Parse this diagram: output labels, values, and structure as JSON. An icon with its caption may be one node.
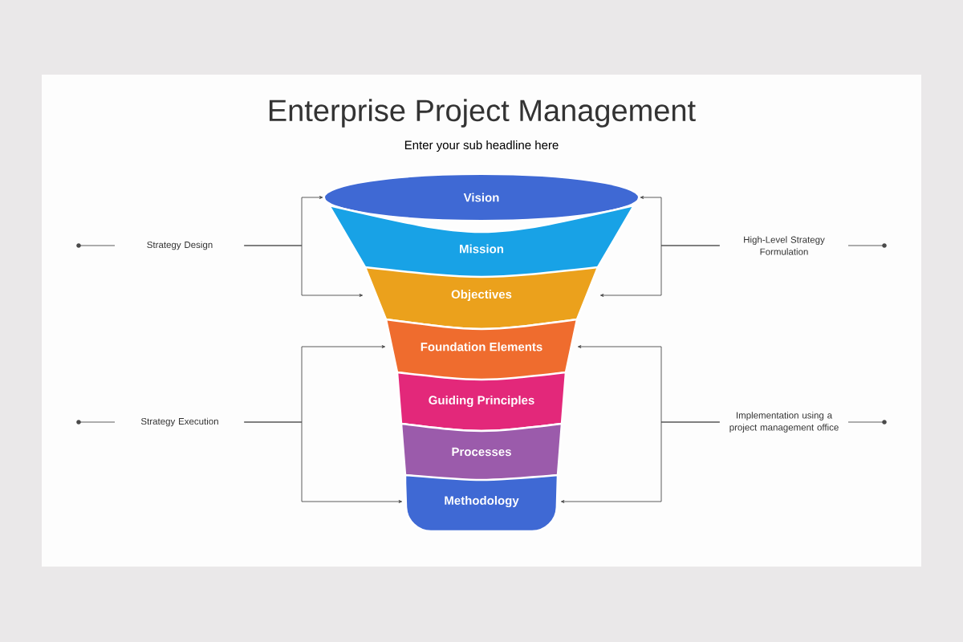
{
  "diagram": {
    "title": "Enterprise Project Management",
    "nodes": [
      {
        "text": [
          "Vision"
        ]
      },
      {
        "text": [
          "Mission"
        ]
      },
      {
        "text": [
          "Objectives"
        ]
      },
      {
        "text": [
          "Foundation Elements"
        ]
      },
      {
        "text": [
          "Guiding Principles"
        ]
      },
      {
        "text": [
          "Processes"
        ]
      },
      {
        "text": [
          "Methodology"
        ]
      },
      {
        "text": [
          "Strategy Design"
        ]
      },
      {
        "text": [
          "High-Level Strategy Formulation"
        ]
      },
      {
        "text": [
          "Strategy Execution"
        ]
      },
      {
        "text": [
          "Implementation using a project management office"
        ]
      }
    ],
    "edges": [
      {
        "from": 7,
        "to": 0,
        "arrow": "to"
      },
      {
        "from": 7,
        "to": 2,
        "arrow": "to"
      },
      {
        "from": 8,
        "to": 0,
        "arrow": "to"
      },
      {
        "from": 8,
        "to": 2,
        "arrow": "to"
      },
      {
        "from": 9,
        "to": 3,
        "arrow": "to"
      },
      {
        "from": 9,
        "to": 6,
        "arrow": "to"
      },
      {
        "from": 10,
        "to": 3,
        "arrow": "to"
      },
      {
        "from": 10,
        "to": 6,
        "arrow": "to"
      }
    ],
    "labels": [
      "Enter your sub headline here"
    ]
  }
}
